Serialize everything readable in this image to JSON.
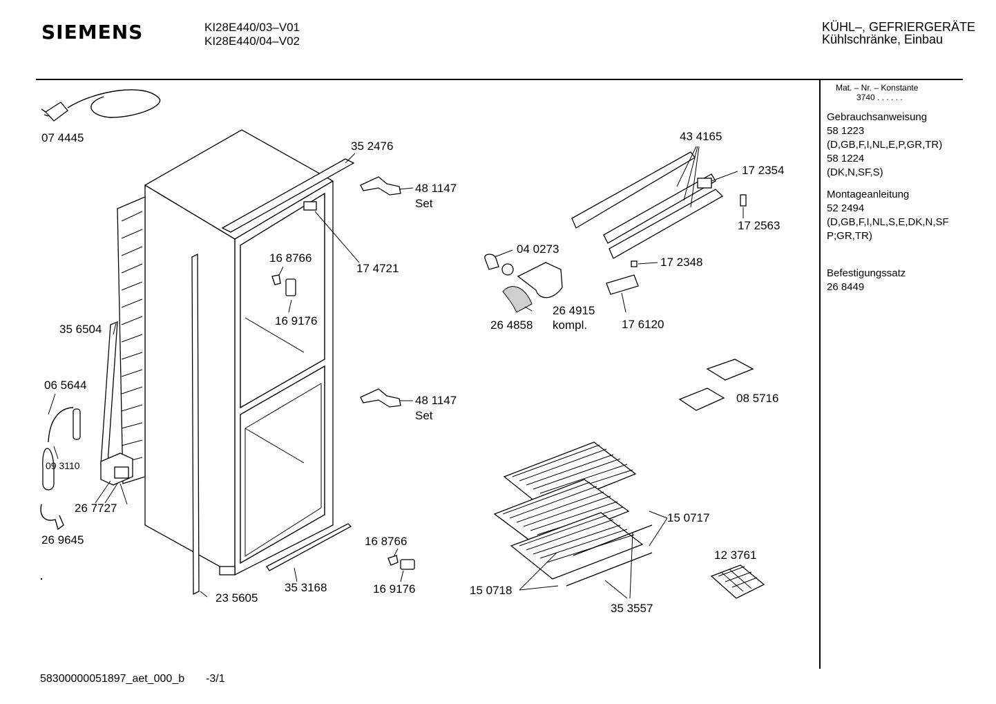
{
  "header": {
    "brand": "SIEMENS",
    "model_1": "KI28E440/03–V01",
    "model_2": "KI28E440/04–V02",
    "category_1": "KÜHL–, GEFRIERGERÄTE",
    "category_2": "Kühlschränke, Einbau"
  },
  "sidebar": {
    "mat_label": "Mat. – Nr. – Konstante",
    "mat_value": "3740  .  .  .  .  .  .",
    "manual_title": "Gebrauchsanweisung",
    "manual_1_no": "58 1223",
    "manual_1_lang": "(D,GB,F,I,NL,E,P,GR,TR)",
    "manual_2_no": "58 1224",
    "manual_2_lang": "(DK,N,SF,S)",
    "mount_title": "Montageanleitung",
    "mount_no": "52 2494",
    "mount_lang_1": "(D,GB,F,I,NL,S,E,DK,N,SF",
    "mount_lang_2": "P;GR,TR)",
    "fix_title": "Befestigungssatz",
    "fix_no": "26 8449"
  },
  "parts": {
    "p074445": "07 4445",
    "p352476": "35 2476",
    "p481147a": "48 1147",
    "set_a": "Set",
    "p481147b": "48 1147",
    "set_b": "Set",
    "p174721": "17 4721",
    "p168766a": "16 8766",
    "p169176a": "16 9176",
    "p356504": "35 6504",
    "p065644": "06 5644",
    "p093110": "09 3110",
    "p267727": "26 7727",
    "p269645": "26 9645",
    "p235605": "23 5605",
    "p353168": "35 3168",
    "p168766b": "16 8766",
    "p169176b": "16 9176",
    "p434165": "43 4165",
    "p172354": "17 2354",
    "p172563": "17 2563",
    "p040273": "04 0273",
    "p172348": "17 2348",
    "p264915": "26 4915",
    "kompl": "kompl.",
    "p264858": "26 4858",
    "p176120": "17 6120",
    "p085716": "08 5716",
    "p150717": "15 0717",
    "p123761": "12 3761",
    "p150718": "15 0718",
    "p353557": "35 3557"
  },
  "footer": {
    "doc_id": "58300000051897_aet_000_b",
    "page": "-3/1"
  }
}
